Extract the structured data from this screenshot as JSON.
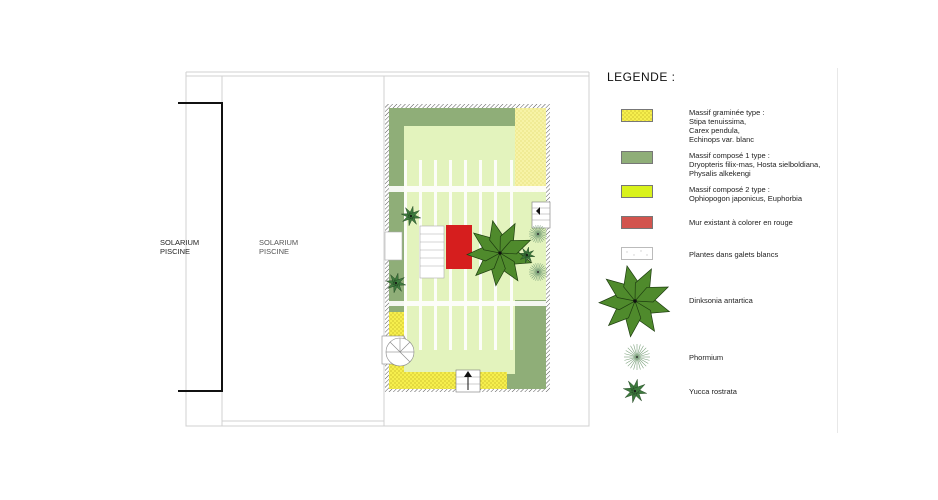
{
  "labels": {
    "solarium_left": "SOLARIUM\nPISCINE",
    "solarium_mid": "SOLARIUM\nPISCINE"
  },
  "legend": {
    "title": "LEGENDE :",
    "items": [
      {
        "key": "graminee",
        "text": "Massif graminée type :\nStipa tenuissima,\nCarex pendula,\nEchinops var. blanc",
        "color": "#f2ef4a"
      },
      {
        "key": "compose1",
        "text": "Massif composé 1 type :\nDryopteris filix-mas, Hosta sielboldiana,\nPhysalis alkekengi",
        "color": "#8fae78"
      },
      {
        "key": "compose2",
        "text": "Massif composé 2 type :\nOphiopogon japonicus, Euphorbia",
        "color": "#d9f21c"
      },
      {
        "key": "mur",
        "text": "Mur existant à colorer en rouge",
        "color": "#d2544e"
      },
      {
        "key": "galets",
        "text": "Plantes dans galets blancs",
        "color": "#ffffff"
      },
      {
        "key": "dinksonia",
        "text": "Dinksonia antartica",
        "color": "#4f8a2c"
      },
      {
        "key": "phormium",
        "text": "Phormium",
        "color": "#9bb59b"
      },
      {
        "key": "yucca",
        "text": "Yucca rostrata",
        "color": "#3d7a3d"
      }
    ]
  },
  "colors": {
    "lawn": "#e3f3bd",
    "wall_red": "#d61e1e",
    "outline": "#555555"
  }
}
